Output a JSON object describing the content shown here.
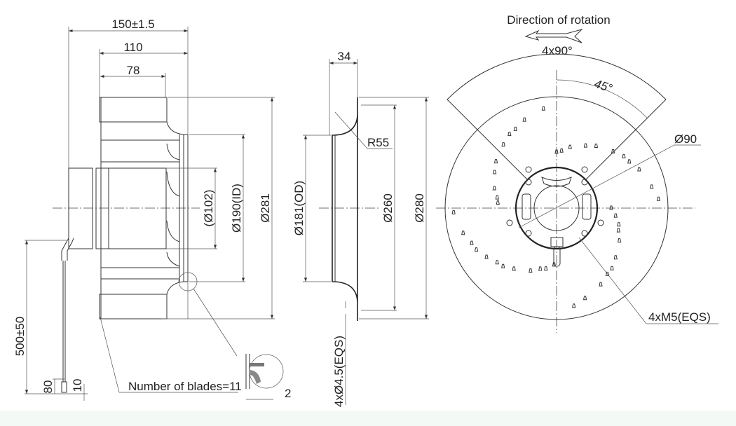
{
  "side_view": {
    "overall_width": "150±1.5",
    "impeller_width": "110",
    "blade_width": "78",
    "hub_diameter": "(Ø102)",
    "inlet_diameter": "Ø190(ID)",
    "outer_diameter": "Ø281",
    "cable_length": "500±50",
    "cable_end_1": "80",
    "cable_end_2": "10",
    "blades_note": "Number of blades=11",
    "detail_dim": "2"
  },
  "inlet_ring": {
    "depth": "34",
    "radius": "R55",
    "od": "Ø181(OD)",
    "bolt_circle": "Ø260",
    "flange": "Ø280",
    "holes": "4xØ4.5(EQS)"
  },
  "front_view": {
    "rotation_label": "Direction of rotation",
    "sector_angle": "4x90°",
    "half_angle": "45°",
    "hub_diameter": "Ø90",
    "screws": "4xM5(EQS)"
  }
}
